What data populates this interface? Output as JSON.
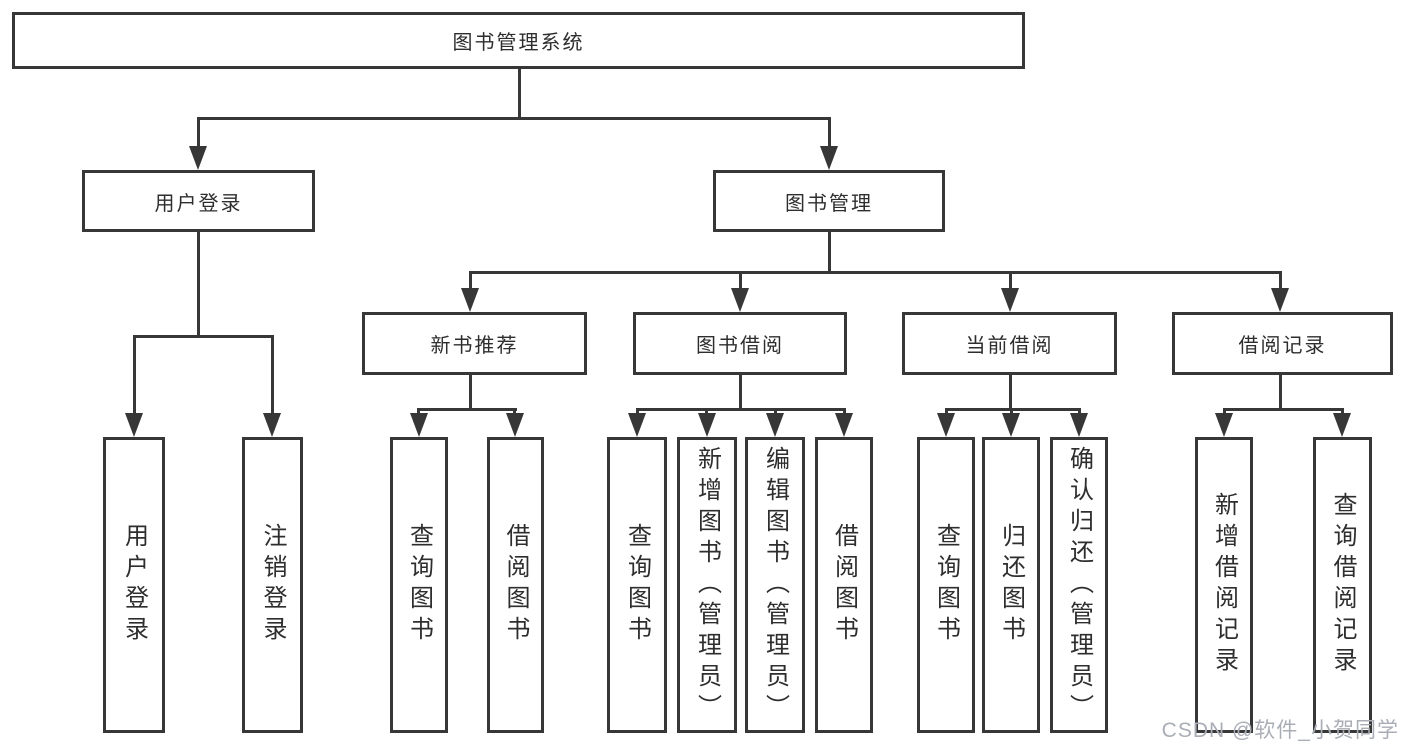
{
  "root": {
    "label": "图书管理系统"
  },
  "branches": [
    {
      "label": "用户登录",
      "leaves": [
        {
          "label": "用户登录"
        },
        {
          "label": "注销登录"
        }
      ]
    },
    {
      "label": "图书管理",
      "groups": [
        {
          "label": "新书推荐",
          "leaves": [
            {
              "label": "查询图书"
            },
            {
              "label": "借阅图书"
            }
          ]
        },
        {
          "label": "图书借阅",
          "leaves": [
            {
              "label": "查询图书"
            },
            {
              "label": "新增图书（管理员）"
            },
            {
              "label": "编辑图书（管理员）"
            },
            {
              "label": "借阅图书"
            }
          ]
        },
        {
          "label": "当前借阅",
          "leaves": [
            {
              "label": "查询图书"
            },
            {
              "label": "归还图书"
            },
            {
              "label": "确认归还（管理员）"
            }
          ]
        },
        {
          "label": "借阅记录",
          "leaves": [
            {
              "label": "新增借阅记录"
            },
            {
              "label": "查询借阅记录"
            }
          ]
        }
      ]
    }
  ],
  "watermark": {
    "text": "CSDN @软件_小贺同学"
  },
  "colors": {
    "line": "#373737",
    "text": "#2e2e2e",
    "watermark": "#a9aeb6"
  }
}
